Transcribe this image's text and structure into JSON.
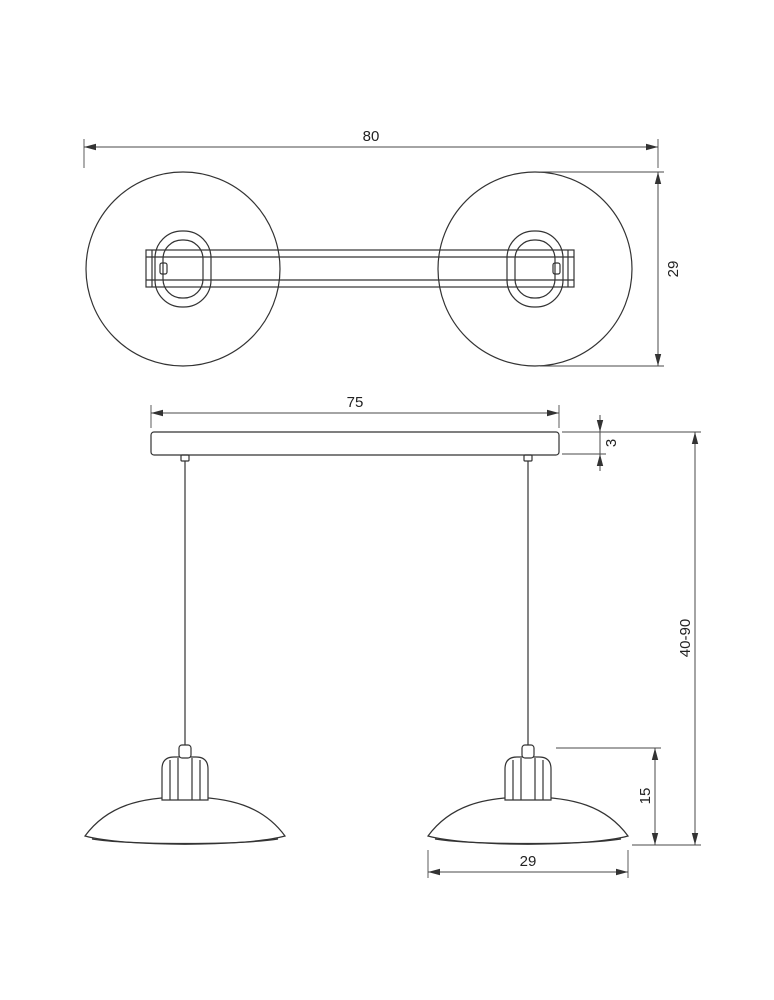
{
  "top_view": {
    "overall_width": "80",
    "shade_diameter": "29"
  },
  "front_view": {
    "bar_length": "75",
    "bar_thickness": "3",
    "height_range": "40-90",
    "shade_height": "15",
    "shade_width": "29"
  }
}
